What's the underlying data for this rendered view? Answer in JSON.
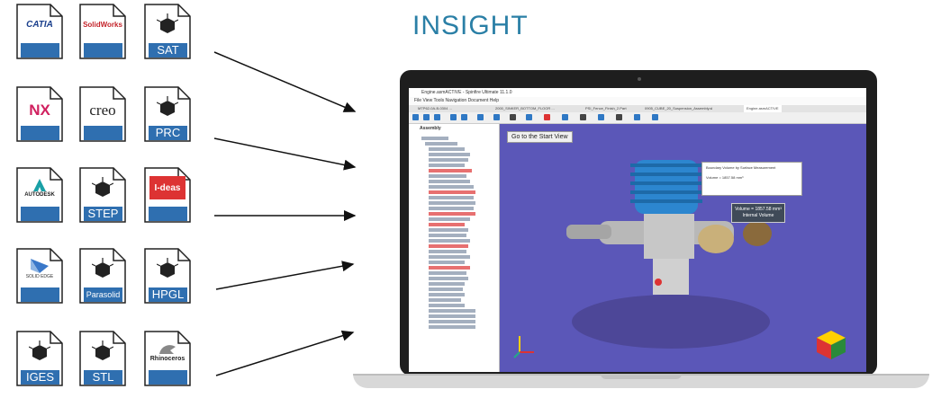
{
  "title": "INSIGHT",
  "formats": [
    {
      "id": "catia",
      "logo_text": "CATIA",
      "band": ""
    },
    {
      "id": "solidworks",
      "logo_text": "SolidWorks",
      "band": ""
    },
    {
      "id": "sat",
      "logo_text": "",
      "band": "SAT"
    },
    {
      "id": "nx",
      "logo_text": "NX",
      "band": ""
    },
    {
      "id": "creo",
      "logo_text": "creo",
      "band": ""
    },
    {
      "id": "prc",
      "logo_text": "",
      "band": "PRC"
    },
    {
      "id": "autodesk",
      "logo_text": "AUTODESK",
      "band": ""
    },
    {
      "id": "step",
      "logo_text": "",
      "band": "STEP"
    },
    {
      "id": "ideas",
      "logo_text": "I-deas",
      "band": ""
    },
    {
      "id": "solidedge",
      "logo_text": "SOLID EDGE",
      "band": ""
    },
    {
      "id": "parasolid",
      "logo_text": "",
      "band": "Parasolid"
    },
    {
      "id": "hpgl",
      "logo_text": "",
      "band": "HPGL"
    },
    {
      "id": "iges",
      "logo_text": "",
      "band": "IGES"
    },
    {
      "id": "stl",
      "logo_text": "",
      "band": "STL"
    },
    {
      "id": "rhino",
      "logo_text": "Rhinoceros",
      "band": ""
    }
  ],
  "app": {
    "window_title": "Engine.asmACTIVE - Spinfire Ultimate 11.1.0",
    "menu": "File   View   Tools   Navigation   Document   Help",
    "tabs": [
      "MTP62-0A-B-0304 ...",
      "2000_SINKER_BOTTOM_FLOOR ...",
      "PSI_Fence_Finish_2.Part",
      "0905_CUBE_20_Suspension_Assembly.sl",
      "Engine.asmACTIVE"
    ],
    "sidebar_header": "Assembly",
    "start_button": "Go to the Start View",
    "measure_title": "Boundary Volume by Surface Measurement",
    "measure_value": "Volume = 1857.58 mm³",
    "callout_line1": "Volume = 1857.58 mm³",
    "callout_line2": "Internal Volume"
  },
  "colors": {
    "accent": "#2f6fb0",
    "viewport": "#5b57b8",
    "title": "#2a7fa6"
  }
}
